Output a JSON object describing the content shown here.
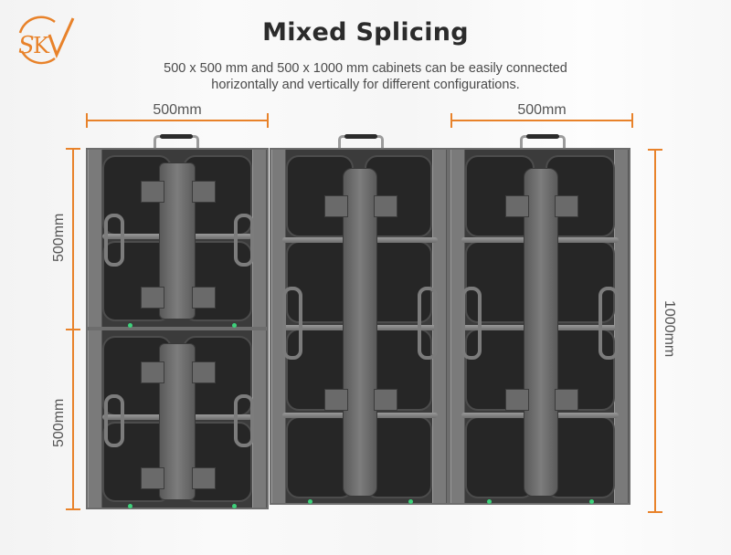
{
  "brand": {
    "logo_text": "SKV",
    "logo_icon": "skv-swoosh-logo",
    "accent": "#e8822a"
  },
  "header": {
    "title": "Mixed Splicing",
    "subtitle_line1": "500 x 500 mm and 500 x 1000 mm cabinets can be easily connected",
    "subtitle_line2": "horizontally and vertically for different configurations."
  },
  "dimensions": {
    "top_left_width": "500mm",
    "top_right_width": "500mm",
    "left_upper_height": "500mm",
    "left_lower_height": "500mm",
    "right_height": "1000mm",
    "line_color": "#e8822a"
  },
  "cabinets": [
    {
      "id": "cabinet-500x500-top",
      "size": "500 x 500 mm"
    },
    {
      "id": "cabinet-500x500-bottom",
      "size": "500 x 500 mm"
    },
    {
      "id": "cabinet-500x1000-middle",
      "size": "500 x 1000 mm"
    },
    {
      "id": "cabinet-500x1000-right",
      "size": "500 x 1000 mm"
    }
  ]
}
